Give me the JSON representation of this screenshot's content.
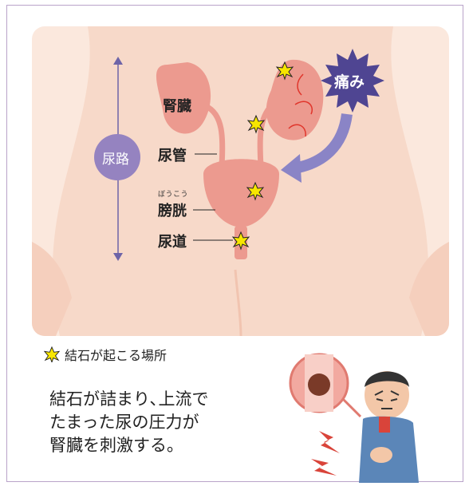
{
  "labels": {
    "pain": "痛み",
    "route": "尿路",
    "kidney": "腎臓",
    "ureter": "尿管",
    "bladder": "膀胱",
    "bladder_reading": "ぼうこう",
    "urethra": "尿道"
  },
  "legend": {
    "icon": "stone-star-icon",
    "text": "結石が起こる場所"
  },
  "description": [
    "結石が詰まり､上流で",
    "たまった尿の圧力が",
    "腎臓を刺激する。"
  ],
  "colors": {
    "frame": "#b9a3c9",
    "skin": "#fbe8dd",
    "organ": "#ec9a8f",
    "route_circle": "#9583c0",
    "pain_badge": "#4f4592",
    "arrow": "#8a84c6",
    "stone": "#f7e600"
  }
}
